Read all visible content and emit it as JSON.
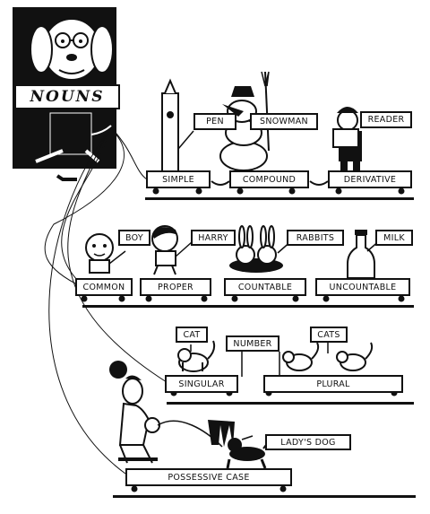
{
  "title": "NOUNS",
  "row1": {
    "tags": {
      "pen": "PEN",
      "snowman": "SNOWMAN",
      "reader": "READER"
    },
    "carts": {
      "simple": "SIMPLE",
      "compound": "COMPOUND",
      "derivative": "DERIVATIVE"
    }
  },
  "row2": {
    "tags": {
      "boy": "BOY",
      "harry": "HARRY",
      "rabbits": "RABBITS",
      "milk": "MILK"
    },
    "carts": {
      "common": "COMMON",
      "proper": "PROPER",
      "countable": "COUNTABLE",
      "uncountable": "UNCOUNTABLE"
    }
  },
  "row3": {
    "tags": {
      "cat": "CAT",
      "number": "NUMBER",
      "cats": "CATS"
    },
    "carts": {
      "singular": "SINGULAR",
      "plural": "PLURAL"
    }
  },
  "row4": {
    "tags": {
      "ladys_dog": "LADY'S DOG"
    },
    "carts": {
      "possessive": "POSSESSIVE CASE"
    }
  },
  "colors": {
    "ink": "#111111",
    "paper": "#ffffff"
  }
}
